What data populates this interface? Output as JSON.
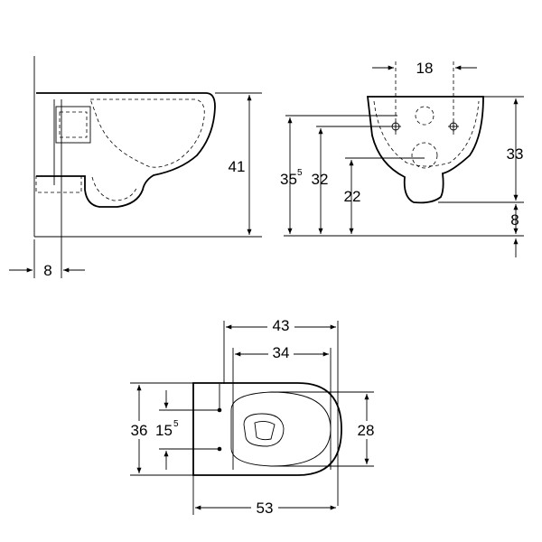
{
  "side_view": {
    "height_total": "41",
    "wall_offset": "8"
  },
  "front_view": {
    "hole_spacing": "18",
    "rim_height": "33",
    "height_base": "35",
    "height_sup": "5",
    "fixing_height": "32",
    "outlet_height": "22",
    "floor_offset": "8"
  },
  "top_view": {
    "width_outer": "43",
    "width_inner": "34",
    "depth_total": "36",
    "hole_offset_base": "15",
    "hole_offset_sup": "5",
    "bowl_width": "28",
    "length_total": "53"
  }
}
